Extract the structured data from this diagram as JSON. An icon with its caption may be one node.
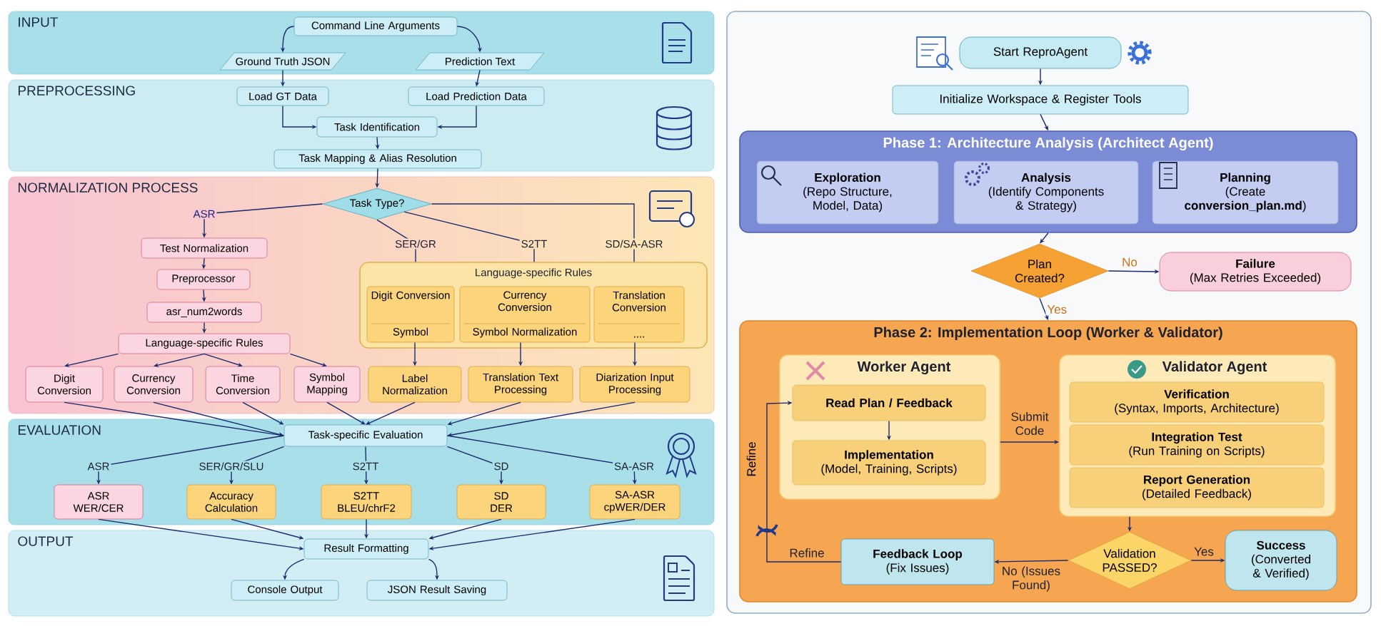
{
  "diagram": {
    "nodes": [
      {
        "text": [
          "INPUT"
        ]
      },
      {
        "text": [
          "Command Line Arguments"
        ],
        "in": 0
      },
      {
        "text": [
          "Ground Truth JSON"
        ],
        "in": 0
      },
      {
        "text": [
          "Prediction Text"
        ],
        "in": 0
      },
      {
        "text": [
          "PREPROCESSING"
        ]
      },
      {
        "text": [
          "Load GT Data"
        ],
        "in": 4
      },
      {
        "text": [
          "Load Prediction Data"
        ],
        "in": 4
      },
      {
        "text": [
          "Task Identification"
        ],
        "in": 4
      },
      {
        "text": [
          "Task Mapping & Alias Resolution"
        ],
        "in": 4
      },
      {
        "text": [
          "NORMALIZATION PROCESS"
        ]
      },
      {
        "text": [
          "Task Type?"
        ],
        "in": 9
      },
      {
        "text": [
          "Test Normalization"
        ],
        "in": 9
      },
      {
        "text": [
          "Preprocessor"
        ],
        "in": 9
      },
      {
        "text": [
          "asr_num2words"
        ],
        "in": 9
      },
      {
        "text": [
          "Language-specific Rules"
        ],
        "in": 9
      },
      {
        "text": [
          "Digit Conversion"
        ],
        "in": 9
      },
      {
        "text": [
          "Currency Conversion"
        ],
        "in": 9
      },
      {
        "text": [
          "Time Conversion"
        ],
        "in": 9
      },
      {
        "text": [
          "Symbol Mapping"
        ],
        "in": 9
      },
      {
        "text": [
          "Language-specific Rules"
        ],
        "in": 9
      },
      {
        "text": [
          "Digit Conversion",
          "Symbol"
        ],
        "in": 19
      },
      {
        "text": [
          "Currency Conversion",
          "Symbol Normalization"
        ],
        "in": 19
      },
      {
        "text": [
          "Translation Conversion",
          "...."
        ],
        "in": 19
      },
      {
        "text": [
          "Label Normalization"
        ],
        "in": 9
      },
      {
        "text": [
          "Translation Text Processing"
        ],
        "in": 9
      },
      {
        "text": [
          "Diarization Input Processing"
        ],
        "in": 9
      },
      {
        "text": [
          "EVALUATION"
        ]
      },
      {
        "text": [
          "Task-specific Evaluation"
        ],
        "in": 26
      },
      {
        "text": [
          "ASR WER/CER"
        ],
        "in": 26
      },
      {
        "text": [
          "Accuracy Calculation"
        ],
        "in": 26
      },
      {
        "text": [
          "S2TT BLEU/chrF2"
        ],
        "in": 26
      },
      {
        "text": [
          "SD DER"
        ],
        "in": 26
      },
      {
        "text": [
          "SA-ASR cpWER/DER"
        ],
        "in": 26
      },
      {
        "text": [
          "OUTPUT"
        ]
      },
      {
        "text": [
          "Result Formatting"
        ],
        "in": 33
      },
      {
        "text": [
          "Console Output"
        ],
        "in": 33
      },
      {
        "text": [
          "JSON Result Saving"
        ],
        "in": 33
      },
      {
        "text": [
          "Start ReproAgent"
        ]
      },
      {
        "text": [
          "Initialize Workspace & Register Tools"
        ]
      },
      {
        "text": [
          "Phase 1: Architecture Analysis (Architect Agent)"
        ]
      },
      {
        "text": [
          "Exploration",
          "(Repo Structure, Model, Data)"
        ],
        "in": 39
      },
      {
        "text": [
          "Analysis",
          "(Identify Components & Strategy)"
        ],
        "in": 39
      },
      {
        "text": [
          "Planning",
          "(Create **conversion_plan.md**)"
        ],
        "in": 39
      },
      {
        "text": [
          "Plan Created?"
        ]
      },
      {
        "text": [
          "Failure",
          "(Max Retries Exceeded)"
        ]
      },
      {
        "text": [
          "Phase 2: Implementation Loop (Worker & Validator)"
        ]
      },
      {
        "text": [
          "Worker Agent"
        ],
        "in": 45
      },
      {
        "text": [
          "Read Plan / Feedback"
        ],
        "in": 46
      },
      {
        "text": [
          "Implementation",
          "(Model, Training, Scripts)"
        ],
        "in": 46
      },
      {
        "text": [
          "Validator Agent"
        ],
        "in": 45
      },
      {
        "text": [
          "Verification",
          "(Syntax, Imports, Architecture)"
        ],
        "in": 49
      },
      {
        "text": [
          "Integration Test",
          "(Run Training on Scripts)"
        ],
        "in": 49
      },
      {
        "text": [
          "Report Generation",
          "(Detailed Feedback)"
        ],
        "in": 49
      },
      {
        "text": [
          "Validation PASSED?"
        ],
        "in": 45
      },
      {
        "text": [
          "Success",
          "(Converted & Verified)"
        ],
        "in": 45
      },
      {
        "text": [
          "Feedback Loop",
          "(Fix Issues)"
        ],
        "in": 45
      }
    ],
    "edges": [
      {
        "from": 1,
        "to": 2,
        "arrow": "to"
      },
      {
        "from": 1,
        "to": 3,
        "arrow": "to"
      },
      {
        "from": 2,
        "to": 5,
        "arrow": "to"
      },
      {
        "from": 3,
        "to": 6,
        "arrow": "to"
      },
      {
        "from": 5,
        "to": 7,
        "arrow": "to"
      },
      {
        "from": 6,
        "to": 7,
        "arrow": "to"
      },
      {
        "from": 7,
        "to": 8,
        "arrow": "to"
      },
      {
        "from": 8,
        "to": 10,
        "arrow": "to"
      },
      {
        "from": 10,
        "to": 11,
        "arrow": "to",
        "label": "ASR"
      },
      {
        "from": 10,
        "to": 19,
        "arrow": "none",
        "label": "SER/GR"
      },
      {
        "from": 10,
        "to": 19,
        "arrow": "none",
        "label": "S2TT"
      },
      {
        "from": 10,
        "to": 19,
        "arrow": "none",
        "label": "SD/SA-ASR"
      },
      {
        "from": 11,
        "to": 12,
        "arrow": "to"
      },
      {
        "from": 12,
        "to": 13,
        "arrow": "to"
      },
      {
        "from": 13,
        "to": 14,
        "arrow": "to"
      },
      {
        "from": 14,
        "to": 15,
        "arrow": "to"
      },
      {
        "from": 14,
        "to": 16,
        "arrow": "to"
      },
      {
        "from": 14,
        "to": 17,
        "arrow": "to"
      },
      {
        "from": 14,
        "to": 18,
        "arrow": "to"
      },
      {
        "from": 20,
        "to": 23,
        "arrow": "to"
      },
      {
        "from": 21,
        "to": 24,
        "arrow": "to"
      },
      {
        "from": 22,
        "to": 25,
        "arrow": "to"
      },
      {
        "from": 15,
        "to": 27,
        "arrow": "to"
      },
      {
        "from": 16,
        "to": 27,
        "arrow": "to"
      },
      {
        "from": 17,
        "to": 27,
        "arrow": "to"
      },
      {
        "from": 18,
        "to": 27,
        "arrow": "to"
      },
      {
        "from": 23,
        "to": 27,
        "arrow": "to"
      },
      {
        "from": 24,
        "to": 27,
        "arrow": "to"
      },
      {
        "from": 25,
        "to": 27,
        "arrow": "to"
      },
      {
        "from": 27,
        "to": 28,
        "arrow": "to",
        "label": "ASR"
      },
      {
        "from": 27,
        "to": 29,
        "arrow": "to",
        "label": "SER/GR/SLU"
      },
      {
        "from": 27,
        "to": 30,
        "arrow": "to",
        "label": "S2TT"
      },
      {
        "from": 27,
        "to": 31,
        "arrow": "to",
        "label": "SD"
      },
      {
        "from": 27,
        "to": 32,
        "arrow": "to",
        "label": "SA-ASR"
      },
      {
        "from": 28,
        "to": 34,
        "arrow": "to"
      },
      {
        "from": 29,
        "to": 34,
        "arrow": "to"
      },
      {
        "from": 30,
        "to": 34,
        "arrow": "to"
      },
      {
        "from": 31,
        "to": 34,
        "arrow": "to"
      },
      {
        "from": 32,
        "to": 34,
        "arrow": "to"
      },
      {
        "from": 34,
        "to": 35,
        "arrow": "to"
      },
      {
        "from": 34,
        "to": 36,
        "arrow": "to"
      },
      {
        "from": 37,
        "to": 38,
        "arrow": "to"
      },
      {
        "from": 38,
        "to": 39,
        "arrow": "to"
      },
      {
        "from": 39,
        "to": 43,
        "arrow": "to"
      },
      {
        "from": 43,
        "to": 44,
        "arrow": "to",
        "label": "No"
      },
      {
        "from": 43,
        "to": 45,
        "arrow": "to",
        "label": "Yes"
      },
      {
        "from": 47,
        "to": 48,
        "arrow": "to"
      },
      {
        "from": 46,
        "to": 49,
        "arrow": "to",
        "label": "Submit Code"
      },
      {
        "from": 49,
        "to": 53,
        "arrow": "to"
      },
      {
        "from": 53,
        "to": 54,
        "arrow": "to",
        "label": "Yes"
      },
      {
        "from": 53,
        "to": 55,
        "arrow": "to",
        "label": "No (Issues Found)"
      },
      {
        "from": 55,
        "to": 47,
        "arrow": "to",
        "label": "Refine"
      }
    ],
    "labels": [
      "Refine"
    ]
  }
}
